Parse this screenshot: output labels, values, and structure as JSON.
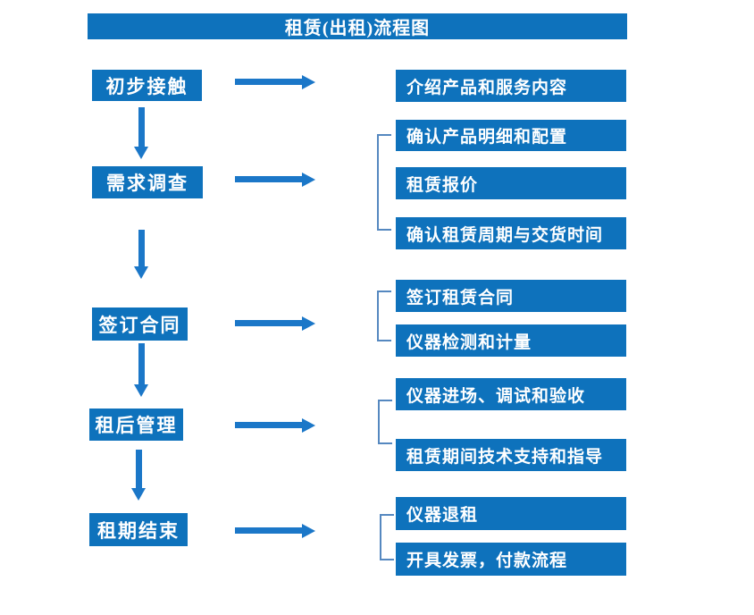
{
  "title": "租赁(出租)流程图",
  "colors": {
    "box_blue": "#0e72bc",
    "arrow_blue": "#1b77c8",
    "bracket_blue": "#5588c0",
    "text_white": "#ffffff",
    "page_bg": "#ffffff"
  },
  "stages": [
    {
      "label": "初步接触"
    },
    {
      "label": "需求调查"
    },
    {
      "label": "签订合同"
    },
    {
      "label": "租后管理"
    },
    {
      "label": "租期结束"
    }
  ],
  "items": [
    {
      "label": "介绍产品和服务内容",
      "stage": "初步接触"
    },
    {
      "label": "确认产品明细和配置",
      "stage": "需求调查"
    },
    {
      "label": "租赁报价",
      "stage": "需求调查"
    },
    {
      "label": "确认租赁周期与交货时间",
      "stage": "需求调查"
    },
    {
      "label": "签订租赁合同",
      "stage": "签订合同"
    },
    {
      "label": "仪器检测和计量",
      "stage": "签订合同"
    },
    {
      "label": "仪器进场、调试和验收",
      "stage": "租后管理"
    },
    {
      "label": "租赁期间技术支持和指导",
      "stage": "租后管理"
    },
    {
      "label": "仪器退租",
      "stage": "租期结束"
    },
    {
      "label": "开具发票，付款流程",
      "stage": "租期结束"
    }
  ]
}
